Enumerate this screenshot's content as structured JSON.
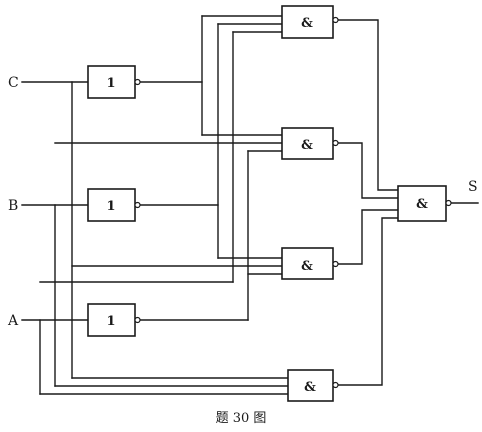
{
  "inputs": {
    "c": "C",
    "b": "B",
    "a": "A"
  },
  "output": "S",
  "gates": {
    "not_c": "1",
    "not_b": "1",
    "not_a": "1",
    "and_1": "&",
    "and_2": "&",
    "and_3": "&",
    "and_4": "&",
    "and_out": "&"
  },
  "caption": "题 30 图"
}
